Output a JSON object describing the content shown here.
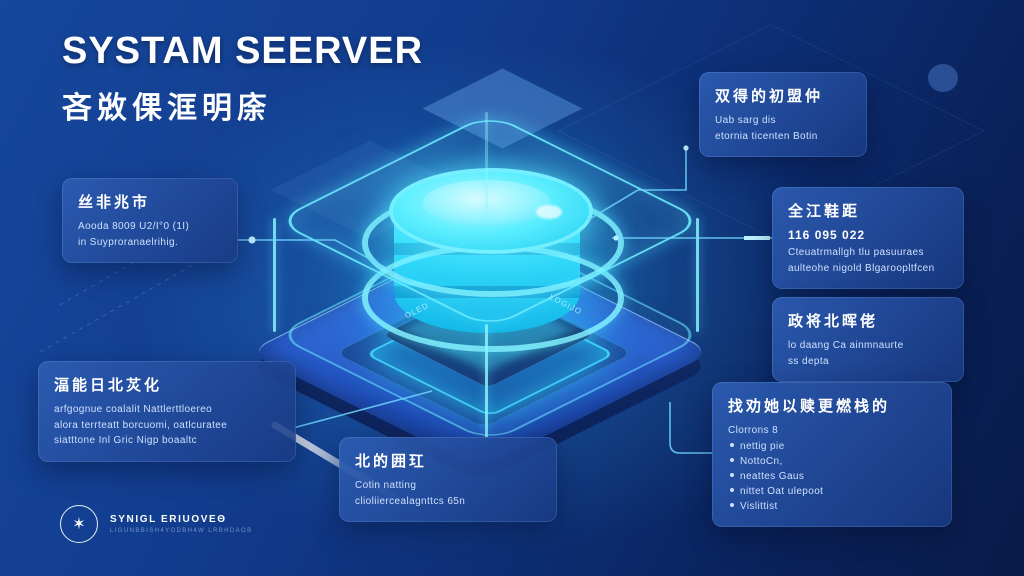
{
  "title": {
    "main": "SYSTAM SEERVER",
    "subtitle": "吝敚倮洭明庩"
  },
  "callouts": {
    "left_mid": {
      "heading": "丝非兆市",
      "lines": [
        "Aooda 8009 U2/I°0 (1I)",
        "in Suyproranaelrihig."
      ]
    },
    "top_right": {
      "heading": "双得的初盟仲",
      "lines": [
        "Uab sarg dis",
        "etornia ticenten Botin"
      ]
    },
    "right_upper": {
      "heading": "全江鞋距",
      "stat": "116 095 022",
      "lines": [
        "Cteuatrmallgh tlu pasuuraes",
        "aulteohe nigold Blgaroopltfcen"
      ]
    },
    "right_mid": {
      "heading": "政将北晖佬",
      "lines": [
        "lo daang Ca ainmnaurte",
        "ss depta"
      ]
    },
    "right_lower": {
      "heading": "找劝她以赎更燃栈的",
      "intro": "Clorrons 8",
      "bullets": [
        "nettig pie",
        "NottoCn,",
        "neattes Gaus",
        "nittet Oat ulepoot",
        "Vislittist"
      ]
    },
    "bottom_center": {
      "heading": "北的囲玒",
      "lines": [
        "Cotin natting",
        "clioliiercealagnttcs 65n"
      ]
    },
    "bottom_left": {
      "heading": "湢能日北炗化",
      "lines": [
        "arfgognue coalalit Nattlerttloereo",
        "alora terrteatt borcuomi, oatlcuratee",
        "siatttone Inl Gric Nigp boaaltc"
      ]
    }
  },
  "device": {
    "label_left": "OLED",
    "label_right": "LOGIJO"
  },
  "footer": {
    "logo_glyph": "✶",
    "brand": "SYNIGL ERIUOVEΘ",
    "tagline": "LIGUNBBISH4YODBH4W LRBHDAOB"
  },
  "colors": {
    "accent_cyan": "#3fe0ff",
    "box_fill": "#1d4493",
    "bg_top": "#16479c",
    "bg_bottom": "#081b4a"
  }
}
